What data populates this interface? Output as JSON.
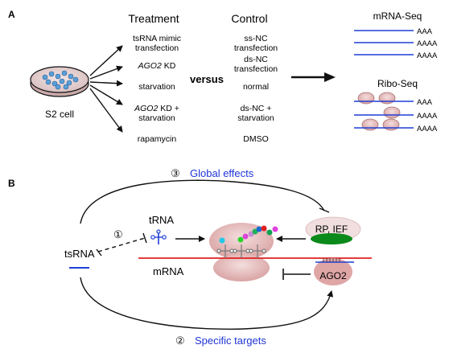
{
  "panel_a": {
    "label": "A",
    "cell_label": "S2 cell",
    "treatment_header": "Treatment",
    "control_header": "Control",
    "versus": "versus",
    "rows": [
      {
        "treatment_l1": "tsRNA mimic",
        "treatment_l2": "transfection",
        "control_l1": "ss-NC",
        "control_l2": "transfection"
      },
      {
        "treatment_l1": "AGO2",
        "treatment_l1_suffix": " KD",
        "control_l1": "ds-NC",
        "control_l2": "transfection"
      },
      {
        "treatment_l1": "starvation",
        "control_l1": "normal"
      },
      {
        "treatment_l1": "AGO2",
        "treatment_l1_suffix": " KD +",
        "treatment_l2": "starvation",
        "control_l1": "ds-NC +",
        "control_l2": "starvation"
      },
      {
        "treatment_l1": "rapamycin",
        "control_l1": "DMSO"
      }
    ],
    "mrna_seq": {
      "title": "mRNA-Seq",
      "tails": [
        "AAA",
        "AAAA",
        "AAAA"
      ]
    },
    "ribo_seq": {
      "title": "Ribo-Seq",
      "tails": [
        "AAA",
        "AAAA",
        "AAAA"
      ]
    }
  },
  "panel_b": {
    "label": "B",
    "global_effects": {
      "number": "③",
      "text": "Global effects"
    },
    "specific_targets": {
      "number": "②",
      "text": "Specific targets"
    },
    "step_one": "①",
    "tsrna": "tsRNA",
    "trna": "tRNA",
    "mrna": "mRNA",
    "rp_ief": "RP, IEF",
    "ago2": "AGO2"
  },
  "colors": {
    "rna_blue": "#1f3fd6",
    "mrna_red": "#e02020",
    "ribosome_pink": "#e6b3b3",
    "ribosome_pink_dark": "#c98c8c",
    "ief_green": "#0a8a1a",
    "annotation_blue": "#2035d8",
    "dish_fill": "#dcc6c6",
    "cell_blue": "#5aa0d8"
  }
}
